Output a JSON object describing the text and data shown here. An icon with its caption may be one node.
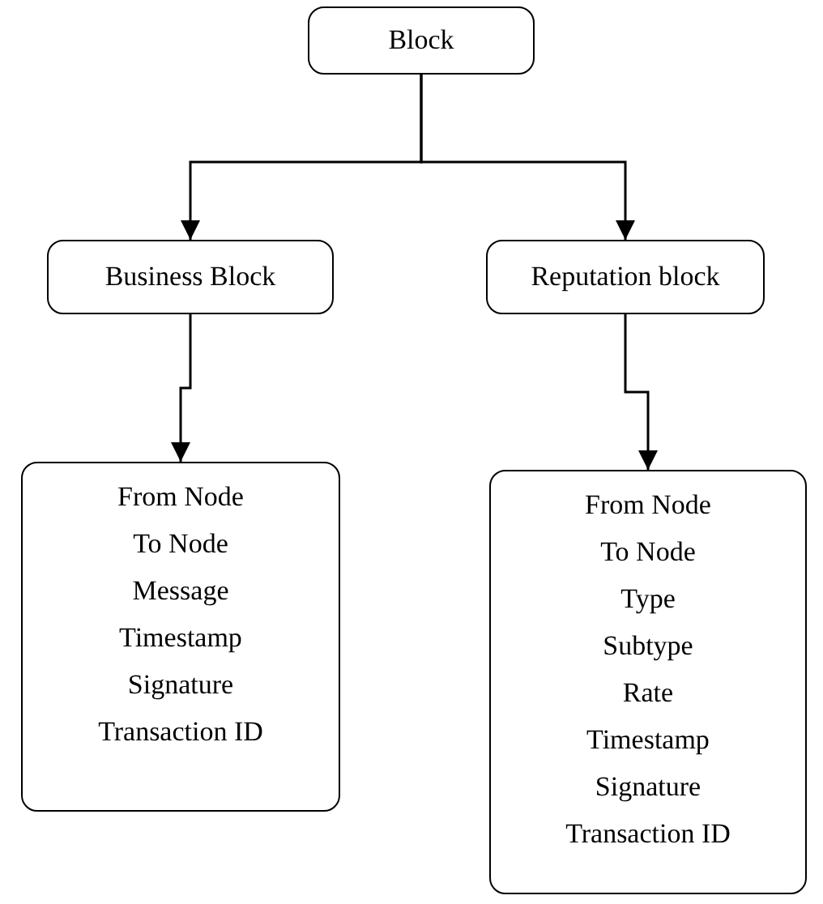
{
  "diagram": {
    "nodes": [
      {
        "text": [
          "Block"
        ]
      },
      {
        "text": [
          "Business Block"
        ]
      },
      {
        "text": [
          "Reputation block"
        ]
      },
      {
        "text": [
          "From Node",
          "To Node",
          "Message",
          "Timestamp",
          "Signature",
          "Transaction ID"
        ]
      },
      {
        "text": [
          "From Node",
          "To Node",
          "Type",
          "Subtype",
          "Rate",
          "Timestamp",
          "Signature",
          "Transaction ID"
        ]
      }
    ],
    "edges": [
      {
        "from": 0,
        "to": 1,
        "arrow": "to"
      },
      {
        "from": 0,
        "to": 2,
        "arrow": "to"
      },
      {
        "from": 1,
        "to": 3,
        "arrow": "to"
      },
      {
        "from": 2,
        "to": 4,
        "arrow": "to"
      }
    ]
  }
}
